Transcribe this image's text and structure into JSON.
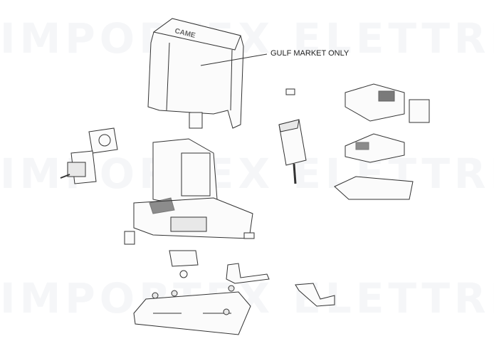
{
  "diagram": {
    "callout_label": "GULF MARKET ONLY",
    "logo_text": "CAME",
    "watermark_text": "IMPORTEX ELETTRICA"
  }
}
